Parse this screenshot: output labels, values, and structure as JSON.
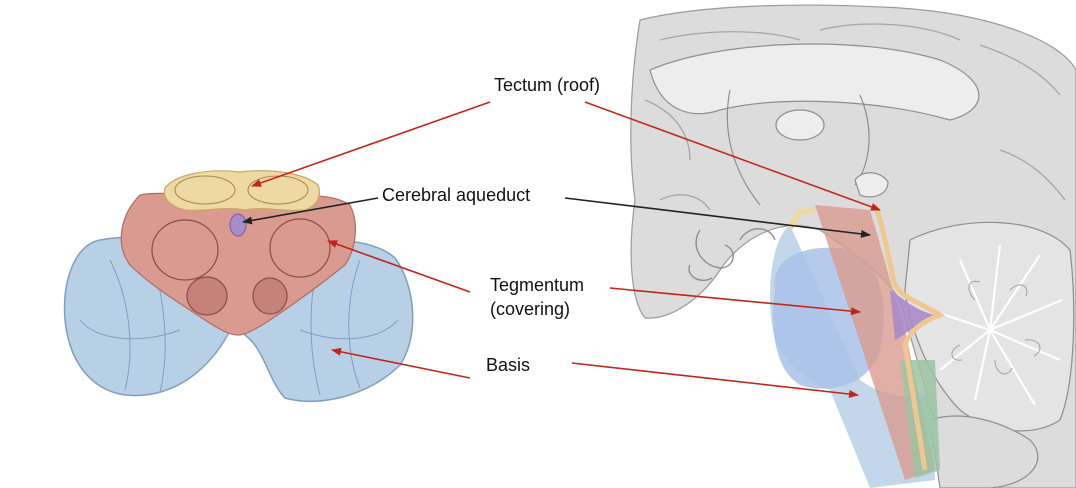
{
  "labels": {
    "tectum": "Tectum (roof)",
    "aqueduct": "Cerebral aqueduct",
    "tegmentum_line1": "Tegmentum",
    "tegmentum_line2": "(covering)",
    "basis": "Basis"
  },
  "colors": {
    "tectum": "#efd9a3",
    "tegmentum": "#d99b8f",
    "basis": "#b8d0e6",
    "aqueduct": "#a88bc9",
    "arrow_red": "#c0261c",
    "arrow_black": "#222222",
    "brain_gray": "#dcdcdc"
  }
}
